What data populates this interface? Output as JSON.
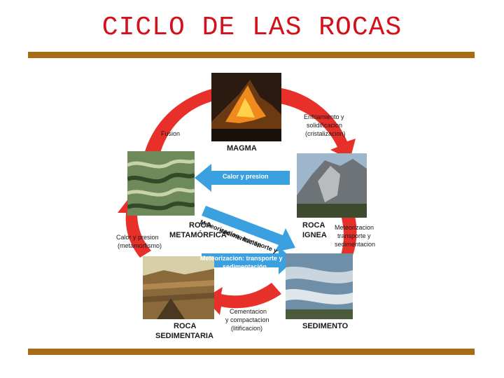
{
  "title": "CICLO DE LAS ROCAS",
  "colors": {
    "title": "#d4101a",
    "rule": "#a96a14",
    "red_arrow": "#e8302a",
    "blue_arrow": "#3aa0e0"
  },
  "nodes": {
    "magma": "MAGMA",
    "ignea_1": "ROCA",
    "ignea_2": "IGNEA",
    "metamorfica_1": "ROCA",
    "metamorfica_2": "METAMÓRFICA",
    "sedimentaria_1": "ROCA",
    "sedimentaria_2": "SEDIMENTARIA",
    "sedimento": "SEDIMENTO"
  },
  "processes": {
    "fusion": "Fusion",
    "enfriamiento_1": "Enfriamiento y",
    "enfriamiento_2": "solidificacion",
    "enfriamiento_3": "(cristalizacion)",
    "calor_presion_blue": "Calor y presion",
    "meteorizacion_diag_1": "Meteorizacion: transporte y",
    "meteorizacion_diag_2": "sedimentación",
    "meteorizacion_right_1": "Meteorizacion",
    "meteorizacion_right_2": "transporte y",
    "meteorizacion_right_3": "sedimentacion",
    "calor_presion_left_1": "Calor y presion",
    "calor_presion_left_2": "(metamorfismo)",
    "meteorizacion_mid_1": "Meteorizacion: transporte y",
    "meteorizacion_mid_2": "sedimentación",
    "cementacion_1": "Cementacion",
    "cementacion_2": "y compactacion",
    "cementacion_3": "(litificacion)"
  }
}
